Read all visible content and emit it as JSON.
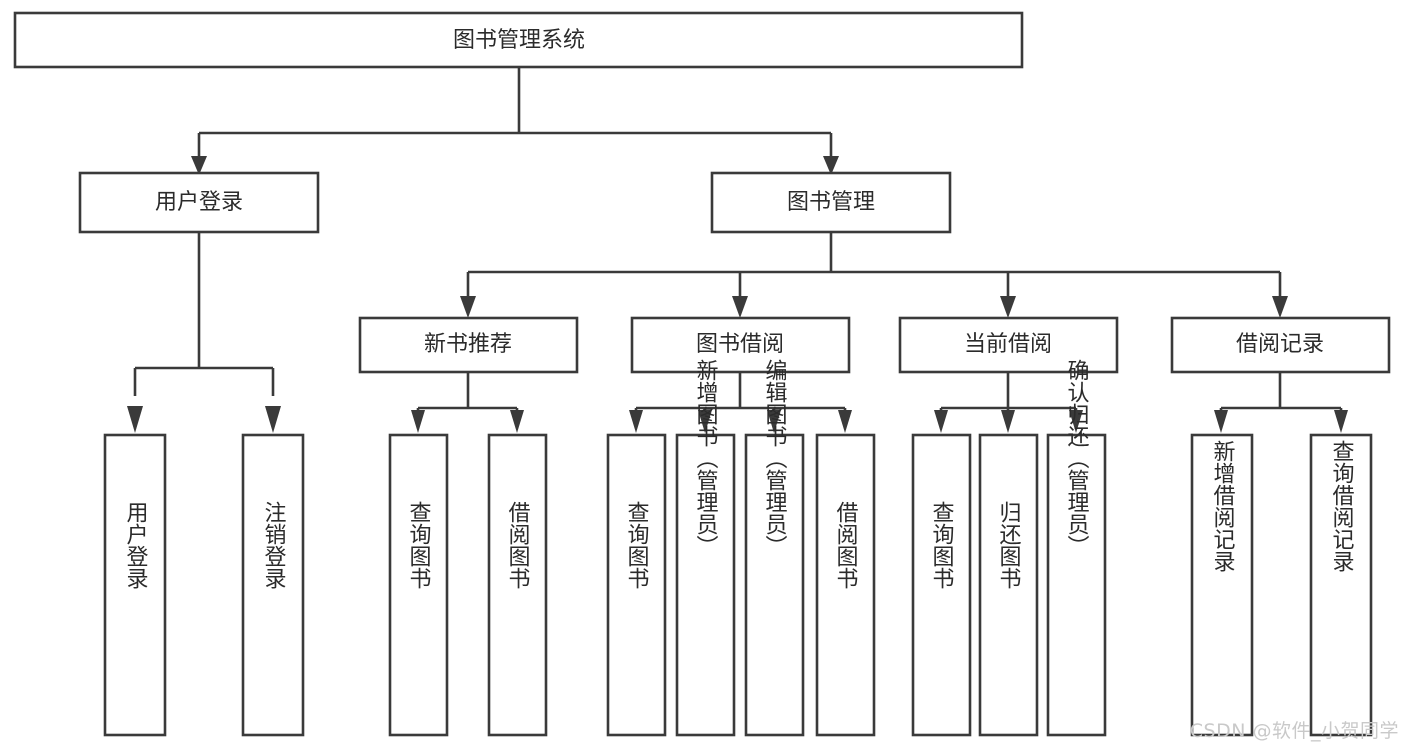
{
  "diagram": {
    "type": "tree-hierarchy",
    "title": "图书管理系统",
    "orientation": "top-down",
    "levels": 4,
    "colors": {
      "background": "#ffffff",
      "box_fill": "#ffffff",
      "box_stroke": "#3a3a3a",
      "text": "#2b2b2b",
      "connector": "#3a3a3a",
      "watermark": "#c9c9c9"
    }
  },
  "root": {
    "label": "图书管理系统"
  },
  "level2": [
    {
      "label": "用户登录"
    },
    {
      "label": "图书管理"
    }
  ],
  "level3": [
    {
      "label": "新书推荐"
    },
    {
      "label": "图书借阅"
    },
    {
      "label": "当前借阅"
    },
    {
      "label": "借阅记录"
    }
  ],
  "leaves": {
    "user_login": [
      {
        "label": "用户登录"
      },
      {
        "label": "注销登录"
      }
    ],
    "new_book_recommend": [
      {
        "label": "查询图书"
      },
      {
        "label": "借阅图书"
      }
    ],
    "book_borrow": [
      {
        "label": "查询图书"
      },
      {
        "label": "新增图书（管理员）"
      },
      {
        "label": "编辑图书（管理员）"
      },
      {
        "label": "借阅图书"
      }
    ],
    "current_borrow": [
      {
        "label": "查询图书"
      },
      {
        "label": "归还图书"
      },
      {
        "label": "确认归还（管理员）"
      }
    ],
    "borrow_record": [
      {
        "label": "新增借阅记录"
      },
      {
        "label": "查询借阅记录"
      }
    ]
  },
  "watermark": {
    "text": "CSDN @软件_小贺同学"
  }
}
